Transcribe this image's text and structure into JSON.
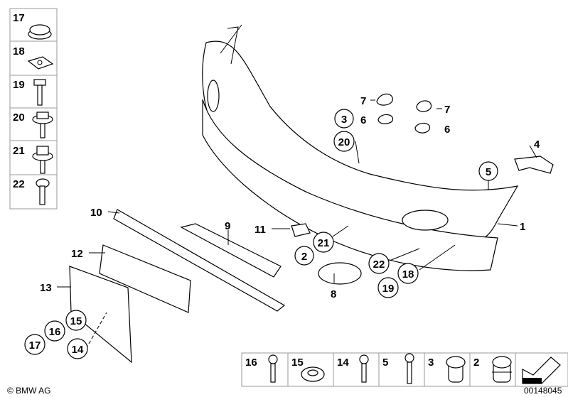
{
  "diagram": {
    "copyright": "© BMW AG",
    "drawing_number": "00148045",
    "side_legend": [
      "17",
      "18",
      "19",
      "20",
      "21",
      "22"
    ],
    "bottom_legend": [
      "16",
      "15",
      "14",
      "5",
      "3",
      "2"
    ],
    "callouts_circled": {
      "c2": "2",
      "c3": "3",
      "c5": "5",
      "c14": "14",
      "c15": "15",
      "c16": "16",
      "c17": "17",
      "c18": "18",
      "c19": "19",
      "c20": "20",
      "c21": "21",
      "c22": "22"
    },
    "callouts_plain": {
      "p1": "1",
      "p4": "4",
      "p6a": "6",
      "p6b": "6",
      "p7a": "7",
      "p7b": "7",
      "p8": "8",
      "p9": "9",
      "p10": "10",
      "p11": "11",
      "p12": "12",
      "p13": "13"
    }
  }
}
